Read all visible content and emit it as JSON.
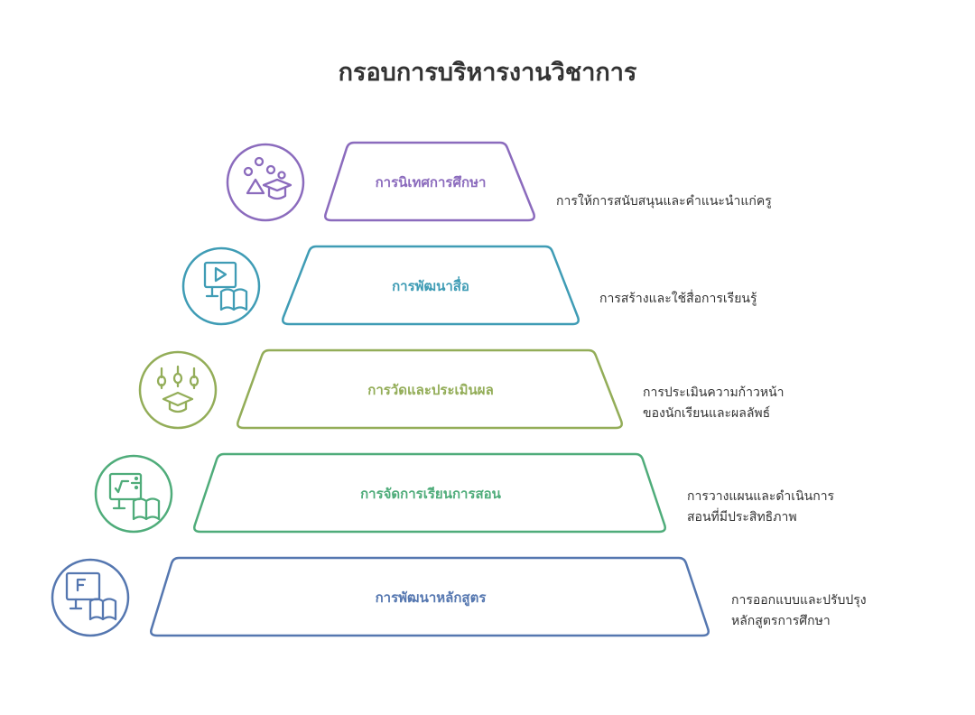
{
  "title": "กรอบการบริหารงานวิชาการ",
  "levels": [
    {
      "label": "การนิเทศการศึกษา",
      "description_lines": [
        "การให้การสนับสนุนและคำแนะนำแก่ครู"
      ],
      "icon": "science-graduation-cap-icon",
      "color": "#8b6bbd"
    },
    {
      "label": "การพัฒนาสื่อ",
      "description_lines": [
        "การสร้างและใช้สื่อการเรียนรู้"
      ],
      "icon": "video-monitor-book-icon",
      "color": "#3f9cb5"
    },
    {
      "label": "การวัดและประเมินผล",
      "description_lines": [
        "การประเมินความก้าวหน้า",
        "ของนักเรียนและผลลัพธ์"
      ],
      "icon": "test-tubes-graduation-cap-icon",
      "color": "#93ad58"
    },
    {
      "label": "การจัดการเรียนการสอน",
      "description_lines": [
        "การวางแผนและดำเนินการ",
        "สอนที่มีประสิทธิภาพ"
      ],
      "icon": "math-board-book-icon",
      "color": "#4fac7a"
    },
    {
      "label": "การพัฒนาหลักสูตร",
      "description_lines": [
        "การออกแบบและปรับปรุง",
        "หลักสูตรการศึกษา"
      ],
      "icon": "formula-monitor-book-icon",
      "color": "#5577b0"
    }
  ]
}
